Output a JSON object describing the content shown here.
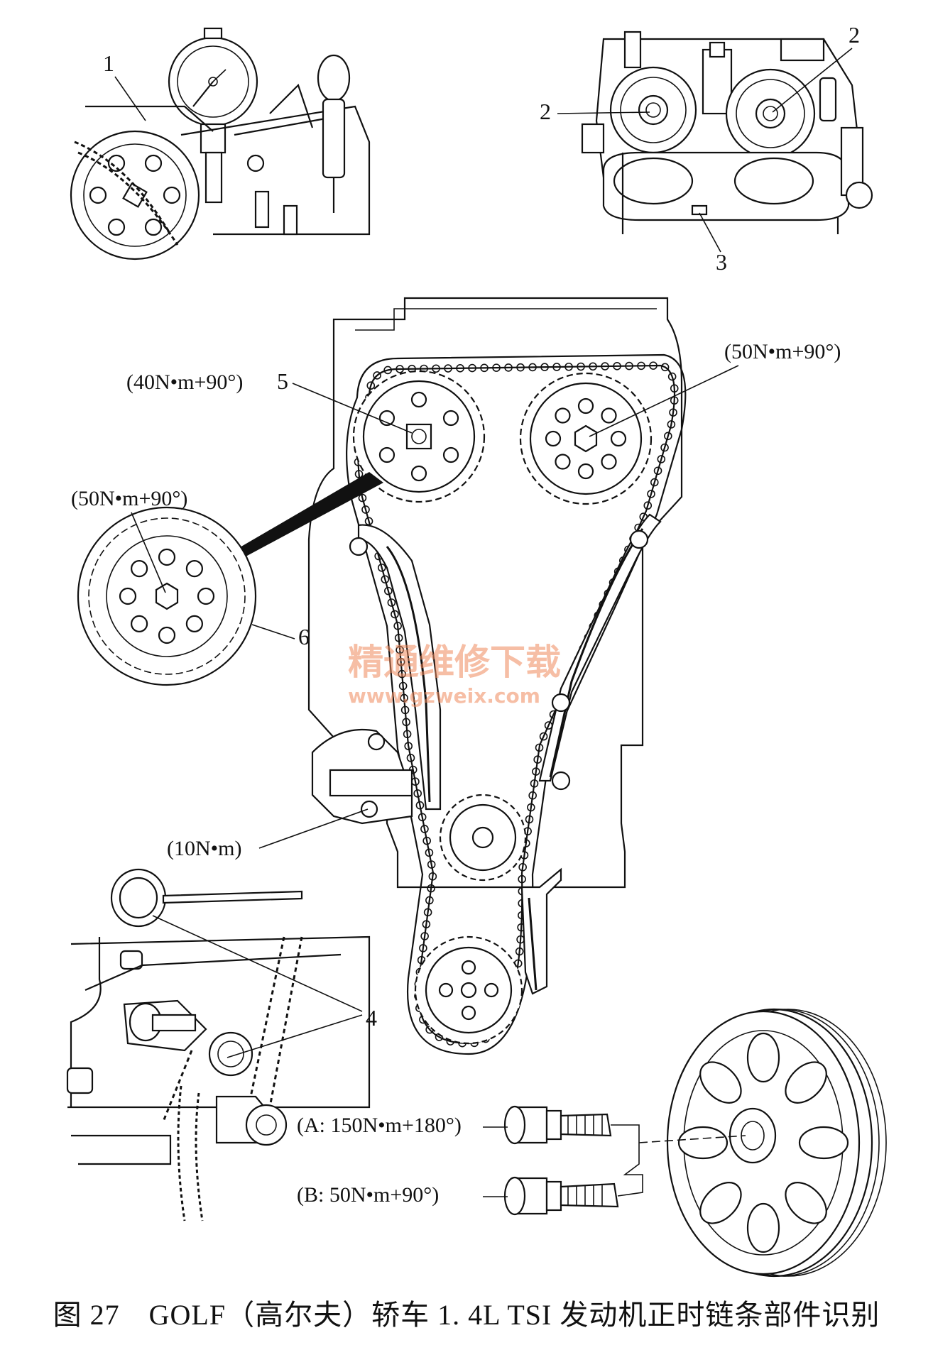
{
  "caption": "图 27　GOLF（高尔夫）轿车 1. 4L TSI 发动机正时链条部件识别",
  "callouts": {
    "n1": "1",
    "n2a": "2",
    "n2b": "2",
    "n3": "3",
    "n4": "4",
    "n5": "5",
    "n6": "6"
  },
  "torques": {
    "intake_cam_bolt": "(40N•m+90°)",
    "exhaust_cam_bolt": "(50N•m+90°)",
    "detail_cam_bolt": "(50N•m+90°)",
    "tensioner_bolt": "(10N•m)",
    "crank_bolt_a": "(A: 150N•m+180°)",
    "crank_bolt_b": "(B: 50N•m+90°)"
  },
  "watermark": {
    "cn": "精通维修下载",
    "url": "www.gzweix.com"
  }
}
